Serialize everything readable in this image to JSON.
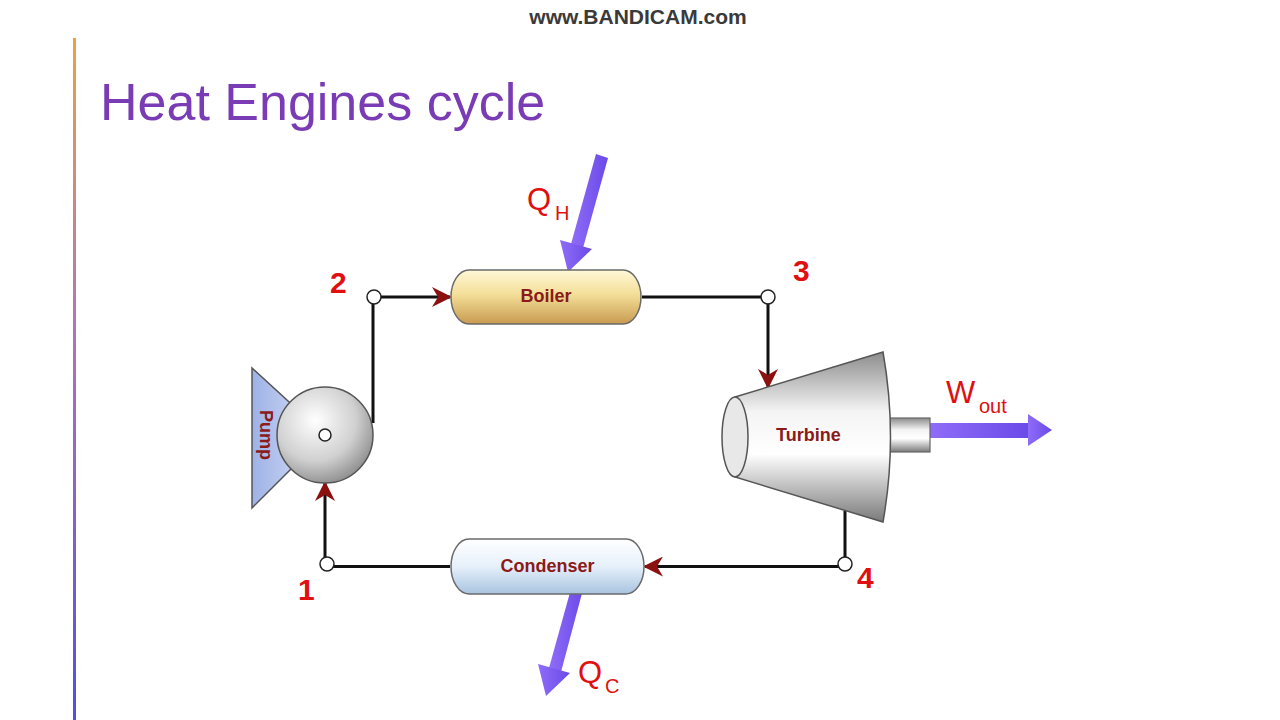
{
  "diagram": {
    "title": "Heat Engines cycle",
    "nodes": [
      {
        "text": [
          "Boiler"
        ]
      },
      {
        "text": [
          "Pump"
        ]
      },
      {
        "text": [
          "Turbine"
        ]
      },
      {
        "text": [
          "Condenser"
        ]
      }
    ],
    "edges": [
      {
        "from": 1,
        "to": 0,
        "arrow": "to"
      },
      {
        "from": 0,
        "to": 2,
        "arrow": "to"
      },
      {
        "from": 2,
        "to": 3,
        "arrow": "to"
      },
      {
        "from": 3,
        "to": 1,
        "arrow": "to"
      }
    ],
    "labels": [
      "www.BANDICAM.com",
      "2",
      "3",
      "4",
      "1",
      "Q",
      "H",
      "W",
      "out",
      "Q",
      "C"
    ]
  }
}
